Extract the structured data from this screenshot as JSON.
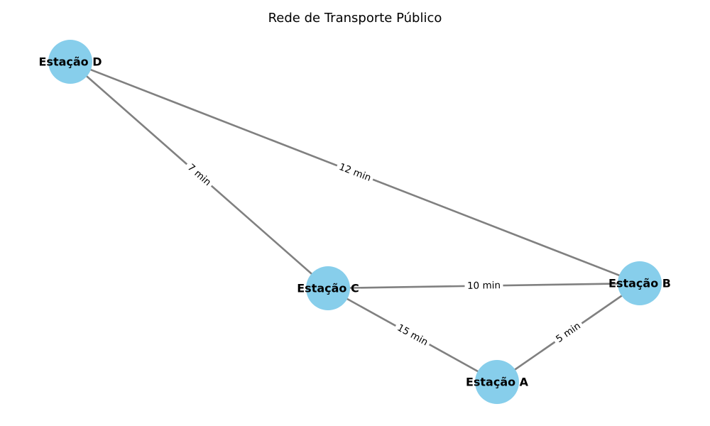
{
  "title": "Rede de Transporte Público",
  "colors": {
    "node": "#87ceeb",
    "edge": "#808080",
    "text": "#000000"
  },
  "nodes": [
    {
      "id": "A",
      "label": "Estação A"
    },
    {
      "id": "B",
      "label": "Estação B"
    },
    {
      "id": "C",
      "label": "Estação C"
    },
    {
      "id": "D",
      "label": "Estação D"
    }
  ],
  "edges": [
    {
      "from": "D",
      "to": "B",
      "label": "12 min"
    },
    {
      "from": "D",
      "to": "C",
      "label": "7 min"
    },
    {
      "from": "C",
      "to": "B",
      "label": "10 min"
    },
    {
      "from": "C",
      "to": "A",
      "label": "15 min"
    },
    {
      "from": "A",
      "to": "B",
      "label": "5 min"
    }
  ]
}
